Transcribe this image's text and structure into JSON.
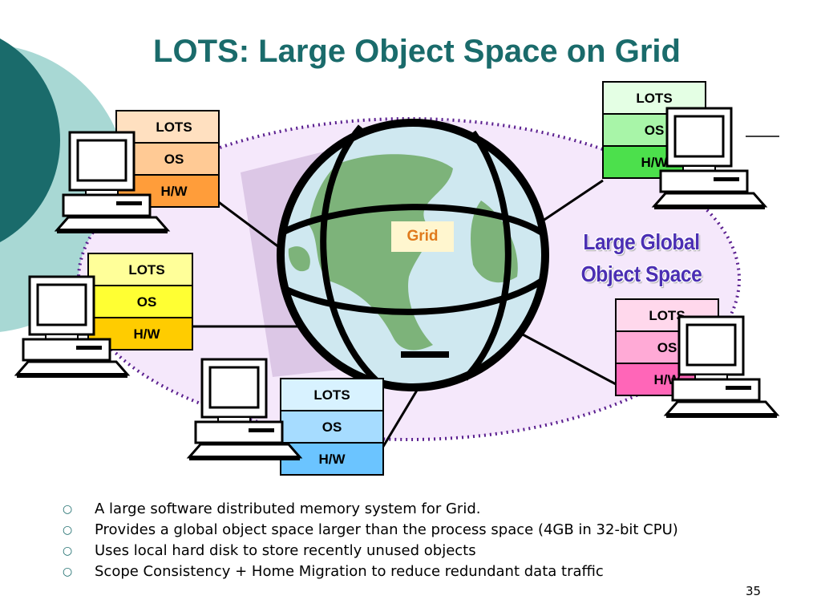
{
  "title": "LOTS: Large Object Space on Grid",
  "grid_label": "Grid",
  "space_label": {
    "line1": "Large Global",
    "line2": "Object Space"
  },
  "nodes": [
    {
      "lots": "LOTS",
      "os": "OS",
      "hw": "H/W",
      "colors": [
        "#ffe0c0",
        "#ffca95",
        "#ff9d3a"
      ]
    },
    {
      "lots": "LOTS",
      "os": "OS",
      "hw": "H/W",
      "colors": [
        "#ffff99",
        "#ffff33",
        "#ffcc00"
      ]
    },
    {
      "lots": "LOTS",
      "os": "OS",
      "hw": "H/W",
      "colors": [
        "#d8f2ff",
        "#a6dcff",
        "#6bc4ff"
      ]
    },
    {
      "lots": "LOTS",
      "os": "OS",
      "hw": "H/W",
      "colors": [
        "#e4ffe4",
        "#a8f5a8",
        "#4ce04c"
      ]
    },
    {
      "lots": "LOTS",
      "os": "OS",
      "hw": "H/W",
      "colors": [
        "#ffd8ec",
        "#ffaad6",
        "#ff66b8"
      ]
    }
  ],
  "bullets": [
    "A large software distributed memory system for Grid.",
    "Provides a global object space larger than the process space (4GB in 32-bit CPU)",
    "Uses local hard disk to store recently unused objects",
    "Scope Consistency + Home Migration to reduce redundant data traffic"
  ],
  "bullet_symbol": "○",
  "page_number": "35",
  "colors": {
    "title": "#1a6b6b",
    "accent_dark": "#1a6b6b",
    "accent_light": "#a8d8d4",
    "ellipse_fill": "#f5e8fb",
    "ellipse_stroke": "#5a1f8f",
    "grid_text": "#e07a1c",
    "space_text": "#4b2fb3"
  }
}
